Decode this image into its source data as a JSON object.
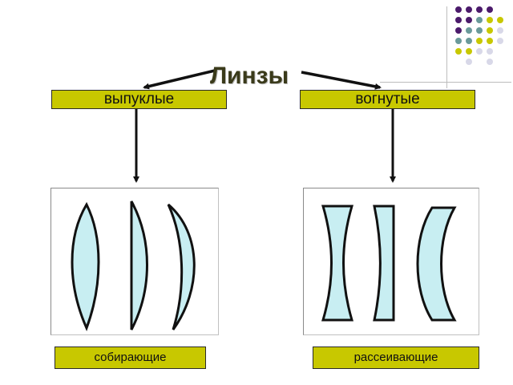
{
  "title": "Линзы",
  "categories": {
    "convex": "выпуклые",
    "concave": "вогнутые"
  },
  "types": {
    "converging": "собирающие",
    "diverging": "рассеивающие"
  },
  "colors": {
    "label_fill": "#c8c800",
    "lens_fill": "#c8eef2",
    "arrow": "#111111",
    "dot_purple": "#4b1a6b",
    "dot_teal": "#6a9a9a",
    "dot_yellow": "#c8c800",
    "dot_lavender": "#d8d8e8"
  },
  "dot_grid": [
    [
      "dot_purple",
      "dot_purple",
      "dot_purple",
      "dot_purple",
      ""
    ],
    [
      "dot_purple",
      "dot_purple",
      "dot_teal",
      "dot_yellow",
      "dot_yellow"
    ],
    [
      "dot_purple",
      "dot_teal",
      "dot_teal",
      "dot_yellow",
      "dot_lavender"
    ],
    [
      "dot_teal",
      "dot_teal",
      "dot_yellow",
      "dot_yellow",
      "dot_lavender"
    ],
    [
      "dot_yellow",
      "dot_yellow",
      "dot_lavender",
      "dot_lavender",
      ""
    ],
    [
      "",
      "dot_lavender",
      "",
      "dot_lavender",
      ""
    ]
  ]
}
